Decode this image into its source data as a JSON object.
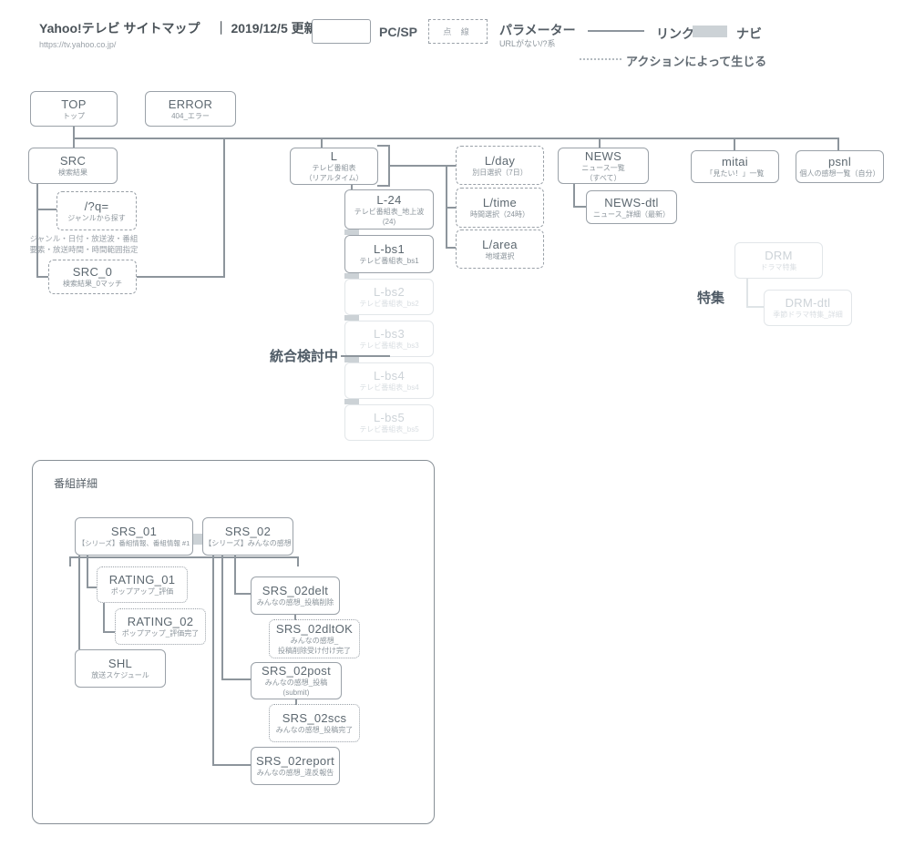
{
  "header": {
    "title": "Yahoo!テレビ サイトマップ",
    "updated": "｜ 2019/12/5 更新",
    "url": "https://tv.yahoo.co.jp/"
  },
  "legend": {
    "pc_sp": "PC/SP",
    "dashed_sample": "点 線",
    "parameter": "パラメーター",
    "parameter_sub": "URLがない/?系",
    "link": "リンク",
    "nav": "ナビ",
    "action": "アクションによって生じる"
  },
  "annotations": {
    "integration": "統合検討中",
    "feature": "特集",
    "panel_title": "番組詳細",
    "search_note_line1": "ジャンル・日付・放送波・番組",
    "search_note_line2": "要素・放送時間・時間範囲指定"
  },
  "colors": {
    "line": "#8d959c",
    "border": "#9aa1a8",
    "nav_tab": "#ccd2d6",
    "faded": "#e2e6e9"
  },
  "nodes": {
    "top": {
      "title": "TOP",
      "sub": "トップ"
    },
    "error": {
      "title": "ERROR",
      "sub": "404_エラー"
    },
    "src": {
      "title": "SRC",
      "sub": "検索結果"
    },
    "q": {
      "title": "/?q=",
      "sub": "ジャンルから探す"
    },
    "src0": {
      "title": "SRC_0",
      "sub": "検索結果_0マッチ"
    },
    "l": {
      "title": "L",
      "sub": "テレビ番組表",
      "sub2": "（リアルタイム）"
    },
    "l24": {
      "title": "L-24",
      "sub": "テレビ番組表_地上波",
      "sub2": "(24)"
    },
    "lbs1": {
      "title": "L-bs1",
      "sub": "テレビ番組表_bs1"
    },
    "lbs2": {
      "title": "L-bs2",
      "sub": "テレビ番組表_bs2"
    },
    "lbs3": {
      "title": "L-bs3",
      "sub": "テレビ番組表_bs3"
    },
    "lbs4": {
      "title": "L-bs4",
      "sub": "テレビ番組表_bs4"
    },
    "lbs5": {
      "title": "L-bs5",
      "sub": "テレビ番組表_bs5"
    },
    "lday": {
      "title": "L/day",
      "sub": "別日選択（7日）"
    },
    "ltime": {
      "title": "L/time",
      "sub": "時間選択（24時）"
    },
    "larea": {
      "title": "L/area",
      "sub": "地域選択"
    },
    "news": {
      "title": "NEWS",
      "sub": "ニュース一覧",
      "sub2": "（すべて）"
    },
    "newsdtl": {
      "title": "NEWS-dtl",
      "sub": "ニュース_詳細（最新）"
    },
    "mitai": {
      "title": "mitai",
      "sub": "「見たい！」一覧"
    },
    "psnl": {
      "title": "psnl",
      "sub": "個人の感想一覧（自分）"
    },
    "drm": {
      "title": "DRM",
      "sub": "ドラマ特集"
    },
    "drmdtl": {
      "title": "DRM-dtl",
      "sub": "季節ドラマ特集_詳細"
    },
    "srs01": {
      "title": "SRS_01",
      "sub": "【シリーズ】番組情報、番組情報 #1"
    },
    "srs02": {
      "title": "SRS_02",
      "sub": "【シリーズ】みんなの感想"
    },
    "rating01": {
      "title": "RATING_01",
      "sub": "ポップアップ_評価"
    },
    "rating02": {
      "title": "RATING_02",
      "sub": "ポップアップ_評価完了"
    },
    "shl": {
      "title": "SHL",
      "sub": "放送スケジュール"
    },
    "srs02delt": {
      "title": "SRS_02delt",
      "sub": "みんなの感想_投稿削除"
    },
    "srs02dltok": {
      "title": "SRS_02dltOK",
      "sub": "みんなの感想_",
      "sub2": "投稿削除受け付け完了"
    },
    "srs02post": {
      "title": "SRS_02post",
      "sub": "みんなの感想_投稿",
      "sub2": "(submit)"
    },
    "srs02scs": {
      "title": "SRS_02scs",
      "sub": "みんなの感想_投稿完了"
    },
    "srs02report": {
      "title": "SRS_02report",
      "sub": "みんなの感想_違反報告"
    }
  }
}
